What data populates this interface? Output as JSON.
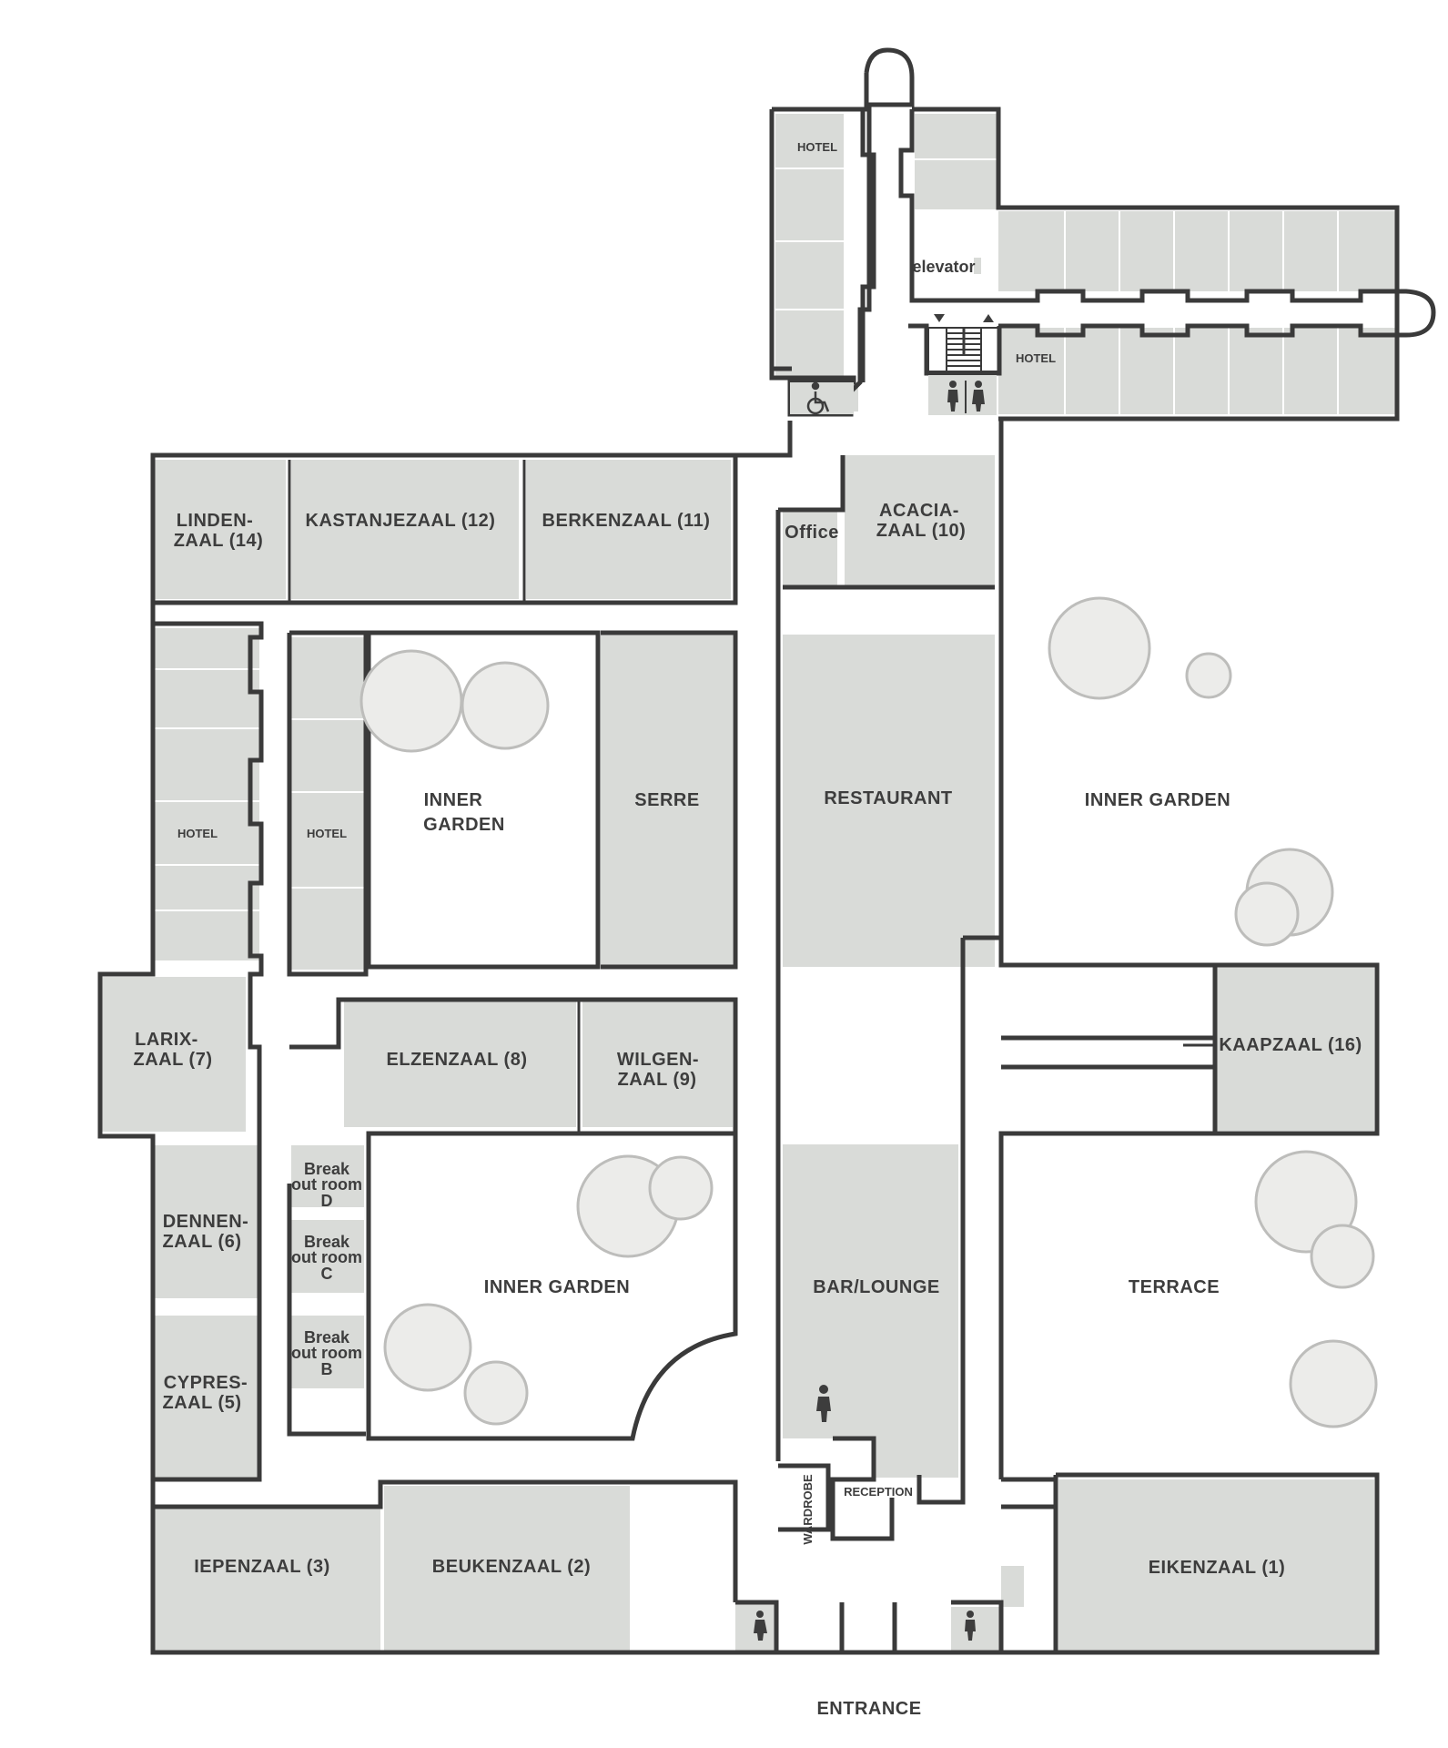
{
  "rooms": {
    "hotel_top_left": "HOTEL",
    "elevator": "elevator",
    "hotel_right": "HOTEL",
    "linden_1": "LINDEN-",
    "linden_2": "ZAAL (14)",
    "kastanje": "KASTANJEZAAL (12)",
    "berken": "BERKENZAAL (11)",
    "office": "Office",
    "acacia_1": "ACACIA-",
    "acacia_2": "ZAAL (10)",
    "hotel_left_a": "HOTEL",
    "hotel_left_b": "HOTEL",
    "garden_small_1": "INNER",
    "garden_small_2": "GARDEN",
    "serre": "SERRE",
    "restaurant": "RESTAURANT",
    "garden_right": "INNER GARDEN",
    "larix_1": "LARIX-",
    "larix_2": "ZAAL (7)",
    "elzen": "ELZENZAAL (8)",
    "wilgen_1": "WILGEN-",
    "wilgen_2": "ZAAL (9)",
    "kaap": "KAAPZAAL (16)",
    "bo_d_1": "Break",
    "bo_d_2": "out room",
    "bo_d_3": "D",
    "bo_c_1": "Break",
    "bo_c_2": "out room",
    "bo_c_3": "C",
    "bo_b_1": "Break",
    "bo_b_2": "out room",
    "bo_b_3": "B",
    "dennen_1": "DENNEN-",
    "dennen_2": "ZAAL (6)",
    "cypres_1": "CYPRES-",
    "cypres_2": "ZAAL (5)",
    "garden_center": "INNER GARDEN",
    "bar": "BAR/LOUNGE",
    "terrace": "TERRACE",
    "wardrobe": "WARDROBE",
    "reception": "RECEPTION",
    "iepen": "IEPENZAAL (3)",
    "beuken": "BEUKENZAAL (2)",
    "eiken": "EIKENZAAL (1)",
    "entrance": "ENTRANCE"
  },
  "icons": [
    "wheelchair-icon",
    "stairs-icon",
    "restroom-icon",
    "person-icon",
    "female-restroom-icon",
    "male-restroom-icon"
  ]
}
